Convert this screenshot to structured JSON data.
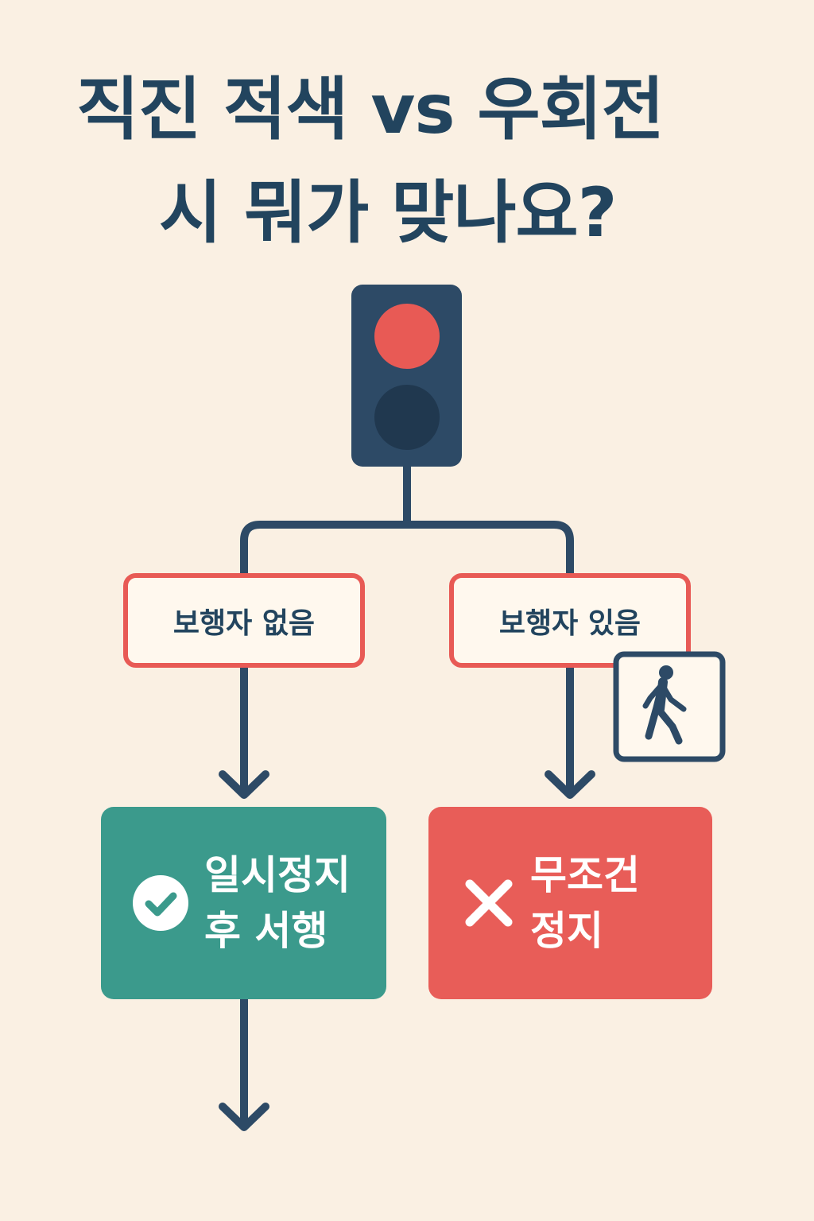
{
  "title": {
    "line1": "직진 적색 vs 우회전",
    "line2": "시 뭐가 맞나요?"
  },
  "branches": {
    "left": {
      "condition": "보행자 없음",
      "result_line1": "일시정지",
      "result_line2": "후 서행",
      "icon": "check-circle-icon"
    },
    "right": {
      "condition": "보행자 있음",
      "result_line1": "무조건",
      "result_line2": "정지",
      "icon": "x-icon",
      "sign_icon": "pedestrian-icon"
    }
  },
  "colors": {
    "background": "#FAF0E3",
    "navy": "#2D4A66",
    "red": "#E85A55",
    "teal": "#3B9A8C",
    "text_dark": "#22445E"
  }
}
